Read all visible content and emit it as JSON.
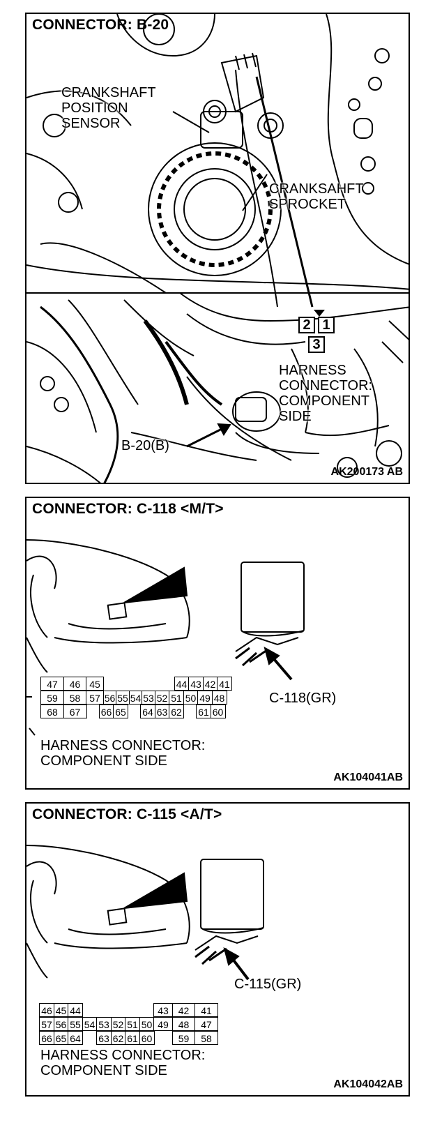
{
  "panel1": {
    "title": "CONNECTOR: B-20",
    "crank_label": [
      "CRANKSHAFT",
      "POSITION",
      "SENSOR"
    ],
    "sprocket_label": [
      "CRANKSAHFT",
      "SPROCKET"
    ],
    "harness_label": [
      "HARNESS",
      "CONNECTOR:",
      "COMPONENT",
      "SIDE"
    ],
    "connector_pins": [
      "2",
      "1",
      "3"
    ],
    "callout": "B-20(B)",
    "code": "AK200173 AB"
  },
  "panel2": {
    "title": "CONNECTOR: C-118 <M/T>",
    "callout": "C-118(GR)",
    "harness_label": [
      "HARNESS CONNECTOR:",
      "COMPONENT SIDE"
    ],
    "code": "AK104041AB",
    "pin_rows": [
      [
        "47",
        "46",
        "45",
        "",
        "",
        "",
        "",
        "44",
        "43",
        "42",
        "41"
      ],
      [
        "59",
        "58",
        "57",
        "56",
        "55",
        "54",
        "53",
        "52",
        "51",
        "50",
        "49",
        "48"
      ],
      [
        "68",
        "67",
        "",
        "66",
        "65",
        "",
        "64",
        "63",
        "62",
        "",
        "61",
        "60"
      ]
    ]
  },
  "panel3": {
    "title": "CONNECTOR: C-115 <A/T>",
    "callout": "C-115(GR)",
    "harness_label": [
      "HARNESS CONNECTOR:",
      "COMPONENT SIDE"
    ],
    "code": "AK104042AB",
    "pin_rows": [
      [
        "46",
        "45",
        "44",
        "",
        "",
        "",
        "",
        "",
        "43",
        "42",
        "41"
      ],
      [
        "57",
        "56",
        "55",
        "54",
        "53",
        "52",
        "51",
        "50",
        "49",
        "48",
        "47"
      ],
      [
        "66",
        "65",
        "64",
        "",
        "63",
        "62",
        "61",
        "60",
        "",
        "59",
        "58"
      ]
    ]
  }
}
